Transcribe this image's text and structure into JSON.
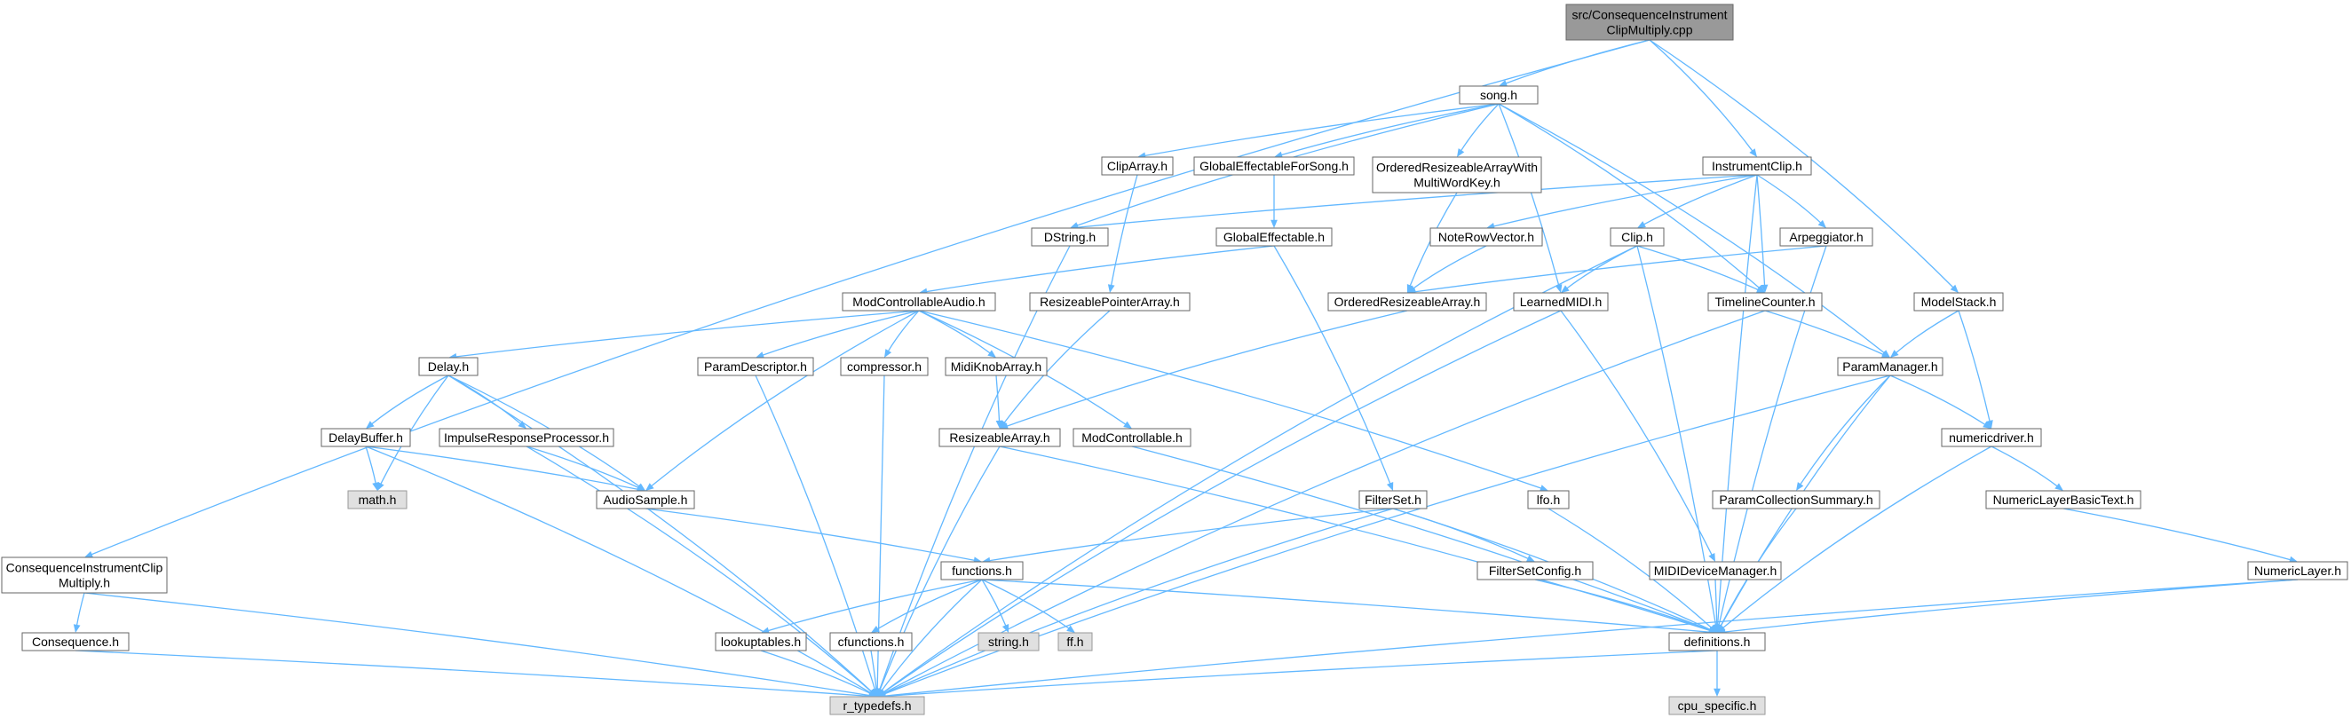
{
  "graph": {
    "title": "",
    "nodes": [
      {
        "id": "root",
        "lines": [
          "src/ConsequenceInstrument",
          "ClipMultiply.cpp"
        ],
        "kind": "root"
      },
      {
        "id": "song",
        "lines": [
          "song.h"
        ],
        "kind": "file"
      },
      {
        "id": "instrumentclip",
        "lines": [
          "InstrumentClip.h"
        ],
        "kind": "file"
      },
      {
        "id": "modelstack",
        "lines": [
          "ModelStack.h"
        ],
        "kind": "file"
      },
      {
        "id": "cicm",
        "lines": [
          "ConsequenceInstrumentClip",
          "Multiply.h"
        ],
        "kind": "file"
      },
      {
        "id": "consequence",
        "lines": [
          "Consequence.h"
        ],
        "kind": "file"
      },
      {
        "id": "cliparray",
        "lines": [
          "ClipArray.h"
        ],
        "kind": "file"
      },
      {
        "id": "globaleffforsong",
        "lines": [
          "GlobalEffectableForSong.h"
        ],
        "kind": "file"
      },
      {
        "id": "orama",
        "lines": [
          "OrderedResizeableArrayWith",
          "MultiWordKey.h"
        ],
        "kind": "file"
      },
      {
        "id": "dstring",
        "lines": [
          "DString.h"
        ],
        "kind": "file"
      },
      {
        "id": "globaleff",
        "lines": [
          "GlobalEffectable.h"
        ],
        "kind": "file"
      },
      {
        "id": "noterowvector",
        "lines": [
          "NoteRowVector.h"
        ],
        "kind": "file"
      },
      {
        "id": "clip",
        "lines": [
          "Clip.h"
        ],
        "kind": "file"
      },
      {
        "id": "arpeggiator",
        "lines": [
          "Arpeggiator.h"
        ],
        "kind": "file"
      },
      {
        "id": "modcontrollableaudio",
        "lines": [
          "ModControllableAudio.h"
        ],
        "kind": "file"
      },
      {
        "id": "resizeablepointerarray",
        "lines": [
          "ResizeablePointerArray.h"
        ],
        "kind": "file"
      },
      {
        "id": "orderedresizeablearray",
        "lines": [
          "OrderedResizeableArray.h"
        ],
        "kind": "file"
      },
      {
        "id": "learnedmidi",
        "lines": [
          "LearnedMIDI.h"
        ],
        "kind": "file"
      },
      {
        "id": "timelinecounter",
        "lines": [
          "TimelineCounter.h"
        ],
        "kind": "file"
      },
      {
        "id": "delay",
        "lines": [
          "Delay.h"
        ],
        "kind": "file"
      },
      {
        "id": "paramdescriptor",
        "lines": [
          "ParamDescriptor.h"
        ],
        "kind": "file"
      },
      {
        "id": "compressor",
        "lines": [
          "compressor.h"
        ],
        "kind": "file"
      },
      {
        "id": "midiknobarray",
        "lines": [
          "MidiKnobArray.h"
        ],
        "kind": "file"
      },
      {
        "id": "parammanager",
        "lines": [
          "ParamManager.h"
        ],
        "kind": "file"
      },
      {
        "id": "delaybuffer",
        "lines": [
          "DelayBuffer.h"
        ],
        "kind": "file"
      },
      {
        "id": "irp",
        "lines": [
          "ImpulseResponseProcessor.h"
        ],
        "kind": "file"
      },
      {
        "id": "resizeablearray",
        "lines": [
          "ResizeableArray.h"
        ],
        "kind": "file"
      },
      {
        "id": "modcontrollable",
        "lines": [
          "ModControllable.h"
        ],
        "kind": "file"
      },
      {
        "id": "numericdriver",
        "lines": [
          "numericdriver.h"
        ],
        "kind": "file"
      },
      {
        "id": "math",
        "lines": [
          "math.h"
        ],
        "kind": "external"
      },
      {
        "id": "audiosample",
        "lines": [
          "AudioSample.h"
        ],
        "kind": "file"
      },
      {
        "id": "filterset",
        "lines": [
          "FilterSet.h"
        ],
        "kind": "file"
      },
      {
        "id": "lfo",
        "lines": [
          "lfo.h"
        ],
        "kind": "file"
      },
      {
        "id": "paramcollectionsummary",
        "lines": [
          "ParamCollectionSummary.h"
        ],
        "kind": "file"
      },
      {
        "id": "numericlayerbasictext",
        "lines": [
          "NumericLayerBasicText.h"
        ],
        "kind": "file"
      },
      {
        "id": "functions",
        "lines": [
          "functions.h"
        ],
        "kind": "file"
      },
      {
        "id": "filtersetconfig",
        "lines": [
          "FilterSetConfig.h"
        ],
        "kind": "file"
      },
      {
        "id": "mididevicemanager",
        "lines": [
          "MIDIDeviceManager.h"
        ],
        "kind": "file"
      },
      {
        "id": "numericlayer",
        "lines": [
          "NumericLayer.h"
        ],
        "kind": "file"
      },
      {
        "id": "lookuptables",
        "lines": [
          "lookuptables.h"
        ],
        "kind": "file"
      },
      {
        "id": "cfunctions",
        "lines": [
          "cfunctions.h"
        ],
        "kind": "file"
      },
      {
        "id": "string",
        "lines": [
          "string.h"
        ],
        "kind": "external"
      },
      {
        "id": "ff",
        "lines": [
          "ff.h"
        ],
        "kind": "external"
      },
      {
        "id": "definitions",
        "lines": [
          "definitions.h"
        ],
        "kind": "file"
      },
      {
        "id": "r_typedefs",
        "lines": [
          "r_typedefs.h"
        ],
        "kind": "external"
      },
      {
        "id": "cpu_specific",
        "lines": [
          "cpu_specific.h"
        ],
        "kind": "external"
      }
    ],
    "edges": [
      [
        "root",
        "song"
      ],
      [
        "root",
        "instrumentclip"
      ],
      [
        "root",
        "modelstack"
      ],
      [
        "root",
        "cicm"
      ],
      [
        "cicm",
        "consequence"
      ],
      [
        "cicm",
        "r_typedefs"
      ],
      [
        "consequence",
        "r_typedefs"
      ],
      [
        "song",
        "cliparray"
      ],
      [
        "song",
        "globaleffforsong"
      ],
      [
        "song",
        "orama"
      ],
      [
        "song",
        "dstring"
      ],
      [
        "song",
        "learnedmidi"
      ],
      [
        "song",
        "timelinecounter"
      ],
      [
        "song",
        "parammanager"
      ],
      [
        "instrumentclip",
        "dstring"
      ],
      [
        "instrumentclip",
        "noterowvector"
      ],
      [
        "instrumentclip",
        "clip"
      ],
      [
        "instrumentclip",
        "arpeggiator"
      ],
      [
        "instrumentclip",
        "timelinecounter"
      ],
      [
        "instrumentclip",
        "definitions"
      ],
      [
        "modelstack",
        "parammanager"
      ],
      [
        "modelstack",
        "numericdriver"
      ],
      [
        "cliparray",
        "resizeablepointerarray"
      ],
      [
        "globaleffforsong",
        "globaleff"
      ],
      [
        "orama",
        "orderedresizeablearray"
      ],
      [
        "dstring",
        "r_typedefs"
      ],
      [
        "globaleff",
        "modcontrollableaudio"
      ],
      [
        "globaleff",
        "filterset"
      ],
      [
        "noterowvector",
        "orderedresizeablearray"
      ],
      [
        "clip",
        "learnedmidi"
      ],
      [
        "clip",
        "timelinecounter"
      ],
      [
        "clip",
        "r_typedefs"
      ],
      [
        "clip",
        "definitions"
      ],
      [
        "arpeggiator",
        "orderedresizeablearray"
      ],
      [
        "arpeggiator",
        "definitions"
      ],
      [
        "modcontrollableaudio",
        "delay"
      ],
      [
        "modcontrollableaudio",
        "paramdescriptor"
      ],
      [
        "modcontrollableaudio",
        "compressor"
      ],
      [
        "modcontrollableaudio",
        "midiknobarray"
      ],
      [
        "modcontrollableaudio",
        "modcontrollable"
      ],
      [
        "modcontrollableaudio",
        "lfo"
      ],
      [
        "modcontrollableaudio",
        "audiosample"
      ],
      [
        "resizeablepointerarray",
        "resizeablearray"
      ],
      [
        "orderedresizeablearray",
        "resizeablearray"
      ],
      [
        "learnedmidi",
        "mididevicemanager"
      ],
      [
        "learnedmidi",
        "r_typedefs"
      ],
      [
        "timelinecounter",
        "parammanager"
      ],
      [
        "timelinecounter",
        "r_typedefs"
      ],
      [
        "delay",
        "delaybuffer"
      ],
      [
        "delay",
        "irp"
      ],
      [
        "delay",
        "math"
      ],
      [
        "delay",
        "audiosample"
      ],
      [
        "delay",
        "r_typedefs"
      ],
      [
        "paramdescriptor",
        "r_typedefs"
      ],
      [
        "compressor",
        "r_typedefs"
      ],
      [
        "midiknobarray",
        "resizeablearray"
      ],
      [
        "parammanager",
        "paramcollectionsummary"
      ],
      [
        "parammanager",
        "numericdriver"
      ],
      [
        "parammanager",
        "definitions"
      ],
      [
        "parammanager",
        "r_typedefs"
      ],
      [
        "delaybuffer",
        "math"
      ],
      [
        "delaybuffer",
        "audiosample"
      ],
      [
        "delaybuffer",
        "r_typedefs"
      ],
      [
        "irp",
        "audiosample"
      ],
      [
        "irp",
        "r_typedefs"
      ],
      [
        "resizeablearray",
        "definitions"
      ],
      [
        "resizeablearray",
        "r_typedefs"
      ],
      [
        "modcontrollable",
        "definitions"
      ],
      [
        "numericdriver",
        "numericlayerbasictext"
      ],
      [
        "numericdriver",
        "definitions"
      ],
      [
        "audiosample",
        "functions"
      ],
      [
        "filterset",
        "functions"
      ],
      [
        "filterset",
        "filtersetconfig"
      ],
      [
        "filterset",
        "definitions"
      ],
      [
        "filterset",
        "r_typedefs"
      ],
      [
        "lfo",
        "definitions"
      ],
      [
        "paramcollectionsummary",
        "definitions"
      ],
      [
        "numericlayerbasictext",
        "numericlayer"
      ],
      [
        "functions",
        "lookuptables"
      ],
      [
        "functions",
        "cfunctions"
      ],
      [
        "functions",
        "string"
      ],
      [
        "functions",
        "ff"
      ],
      [
        "functions",
        "definitions"
      ],
      [
        "functions",
        "r_typedefs"
      ],
      [
        "filtersetconfig",
        "definitions"
      ],
      [
        "mididevicemanager",
        "definitions"
      ],
      [
        "numericlayer",
        "definitions"
      ],
      [
        "numericlayer",
        "r_typedefs"
      ],
      [
        "lookuptables",
        "r_typedefs"
      ],
      [
        "cfunctions",
        "r_typedefs"
      ],
      [
        "definitions",
        "r_typedefs"
      ],
      [
        "definitions",
        "cpu_specific"
      ]
    ]
  }
}
